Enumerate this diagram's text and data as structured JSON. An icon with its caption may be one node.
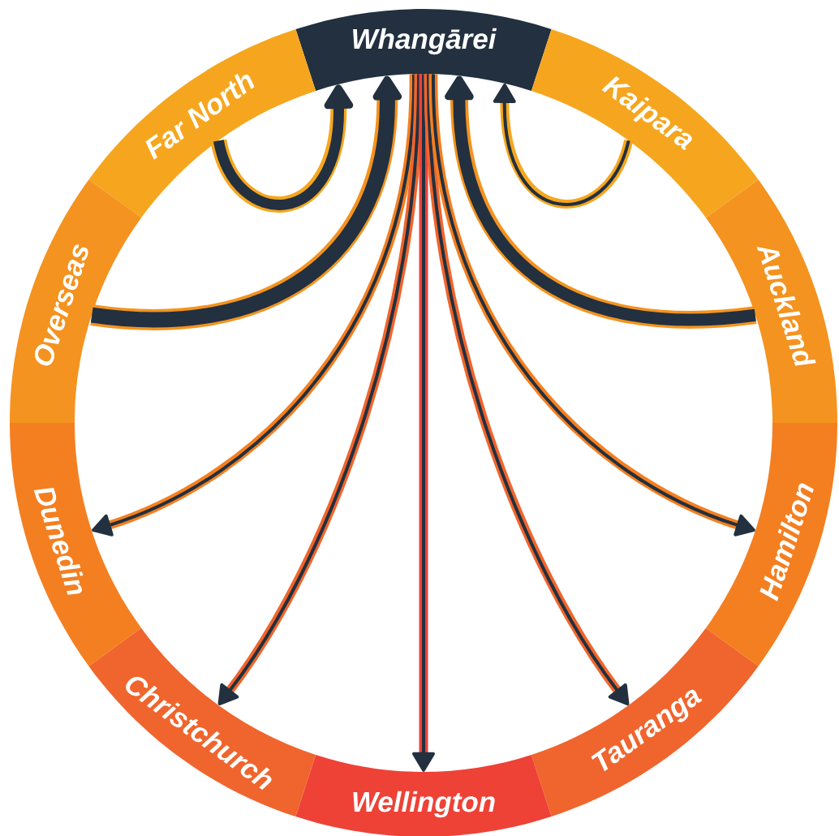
{
  "diagram": {
    "nodes": [
      {
        "text": [
          "Whangārei"
        ]
      },
      {
        "text": [
          "Far North"
        ]
      },
      {
        "text": [
          "Kaipara"
        ]
      },
      {
        "text": [
          "Overseas"
        ]
      },
      {
        "text": [
          "Auckland"
        ]
      },
      {
        "text": [
          "Dunedin"
        ]
      },
      {
        "text": [
          "Hamilton"
        ]
      },
      {
        "text": [
          "Christchurch"
        ]
      },
      {
        "text": [
          "Tauranga"
        ]
      },
      {
        "text": [
          "Wellington"
        ]
      }
    ],
    "edges": [
      {
        "from": 1,
        "to": 0,
        "arrow": "to",
        "style": "thick",
        "color": "#f6a61e"
      },
      {
        "from": 3,
        "to": 0,
        "arrow": "to",
        "style": "thick",
        "color": "#f4931f"
      },
      {
        "from": 2,
        "to": 0,
        "arrow": "to",
        "color": "#f6a61e"
      },
      {
        "from": 4,
        "to": 0,
        "arrow": "to",
        "style": "thick",
        "color": "#f4931f"
      },
      {
        "from": 0,
        "to": 5,
        "arrow": "to",
        "color": "#f47f20"
      },
      {
        "from": 0,
        "to": 7,
        "arrow": "to",
        "color": "#f0652d"
      },
      {
        "from": 0,
        "to": 9,
        "arrow": "to",
        "color": "#ee4237"
      },
      {
        "from": 0,
        "to": 8,
        "arrow": "to",
        "color": "#f0652d"
      },
      {
        "from": 0,
        "to": 6,
        "arrow": "to",
        "color": "#f47f20"
      }
    ]
  }
}
